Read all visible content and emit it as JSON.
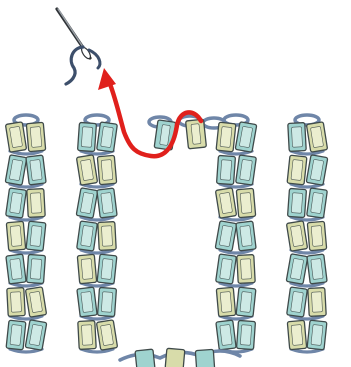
{
  "figure": {
    "kind": "bead-weaving-step",
    "columns": [
      {
        "id": "left-outer",
        "rows": 7
      },
      {
        "id": "left-inner",
        "rows": 7
      },
      {
        "id": "right-inner",
        "rows": 7
      },
      {
        "id": "right-outer",
        "rows": 7
      }
    ],
    "gap_between": [
      "left-inner",
      "right-inner"
    ],
    "colors": {
      "bead_teal_fill": "#9fd3cf",
      "bead_teal_light": "#d2ece8",
      "bead_yellow_fill": "#d8dcaa",
      "bead_yellow_light": "#eef0d4",
      "bead_outline": "#3f4a4a",
      "thread_blue": "#6f86a8",
      "thread_dark": "#3d4f6b",
      "path_red": "#e0201c",
      "needle_gray": "#9aa0a6",
      "needle_dark": "#2f3337"
    }
  }
}
